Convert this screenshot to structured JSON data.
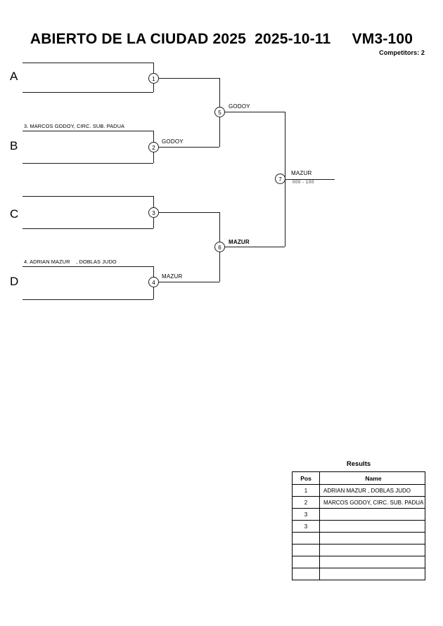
{
  "header": {
    "title": "ABIERTO DE LA CIUDAD 2025  2025-10-11     VM3-100",
    "tournament": "ABIERTO DE LA CIUDAD 2025",
    "date": "2025-10-11",
    "category": "VM3-100",
    "competitors_label": "Competitors: 2"
  },
  "bracket": {
    "groups": [
      {
        "letter": "A"
      },
      {
        "letter": "B"
      },
      {
        "letter": "C"
      },
      {
        "letter": "D"
      }
    ],
    "entries": [
      {
        "label": "3. MARCOS GODOY, CIRC. SUB. PADUA"
      },
      {
        "label": "4. ADRIAN MAZUR    , DOBLAS JUDO"
      }
    ],
    "matches": [
      {
        "number": "1",
        "winner": ""
      },
      {
        "number": "2",
        "winner": "GODOY"
      },
      {
        "number": "3",
        "winner": ""
      },
      {
        "number": "4",
        "winner": "MAZUR"
      },
      {
        "number": "5",
        "winner": "GODOY"
      },
      {
        "number": "6",
        "winner": "MAZUR"
      },
      {
        "number": "7",
        "winner": "MAZUR",
        "score": "000 - 100"
      }
    ]
  },
  "results": {
    "caption": "Results",
    "columns": [
      "Pos",
      "Name"
    ],
    "rows": [
      {
        "pos": "1",
        "name": "ADRIAN MAZUR     , DOBLAS JUDO"
      },
      {
        "pos": "2",
        "name": "MARCOS GODOY, CIRC. SUB. PADUA"
      },
      {
        "pos": "3",
        "name": ""
      },
      {
        "pos": "3",
        "name": ""
      },
      {
        "pos": "",
        "name": ""
      },
      {
        "pos": "",
        "name": ""
      },
      {
        "pos": "",
        "name": ""
      },
      {
        "pos": "",
        "name": ""
      }
    ]
  }
}
